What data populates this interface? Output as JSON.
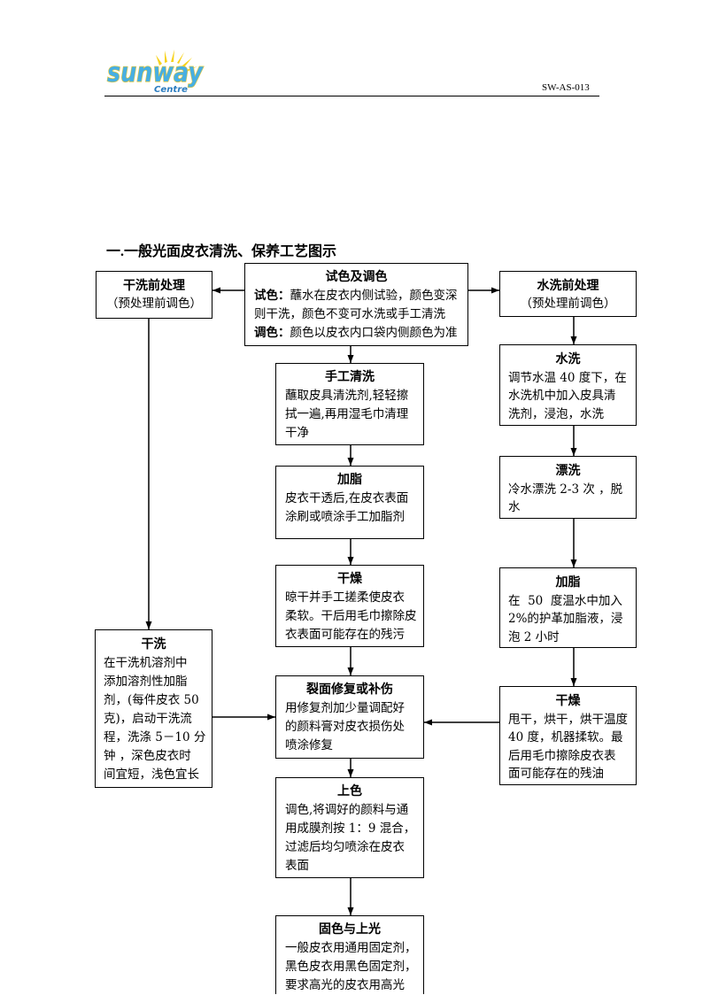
{
  "header": {
    "logo_text": "sunway",
    "logo_subtext": "Centre",
    "logo_icon": "sun-rays-icon",
    "doc_code": "SW-AS-013"
  },
  "section_title": "一.一般光面皮衣清洗、保养工艺图示",
  "colors": {
    "logo_text": "#47afe2",
    "logo_outline": "#f2c72a",
    "logo_sun": "#f7d21c",
    "logo_subtext": "#2b7cbf",
    "line": "#000000"
  },
  "flow": {
    "color_check": {
      "title": "试色及调色",
      "test_label": "试色：",
      "test_text": "蘸水在皮衣内侧试验，颜色变深",
      "test_text_cont": "则干洗，颜色不变可水洗或手工清洗",
      "adjust_label": "调色：",
      "adjust_text": "颜色以皮衣内口袋内侧颜色为准"
    },
    "dry_clean_pre": {
      "title": "干洗前处理",
      "note": "（预处理前调色）"
    },
    "wet_clean_pre": {
      "title": "水洗前处理",
      "note": "（预处理前调色）"
    },
    "hand_wash": {
      "title": "手工清洗",
      "lines": [
        "蘸取皮具清洗剂,轻轻擦",
        "拭一遍,再用湿毛巾清理",
        "干净"
      ]
    },
    "hand_fatliquor": {
      "title": "加脂",
      "lines": [
        "皮衣干透后,在皮衣表面",
        "涂刷或喷涂手工加脂剂"
      ]
    },
    "hand_dry": {
      "title": "干燥",
      "lines": [
        "晾干并手工搓柔使皮衣",
        "柔软。干后用毛巾擦除皮",
        "衣表面可能存在的残污"
      ]
    },
    "repair": {
      "title": "裂面修复或补伤",
      "lines": [
        "用修复剂加少量调配好",
        "的颜料膏对皮衣损伤处",
        "喷涂修复"
      ]
    },
    "coloring": {
      "title": "上色",
      "lines": [
        "调色,将调好的颜料与通",
        "用成膜剂按 1：9 混合，",
        "过滤后均匀喷涂在皮衣",
        "表面"
      ]
    },
    "finishing": {
      "title": "固色与上光",
      "lines": [
        "一般皮衣用通用固定剂，",
        "黑色皮衣用黑色固定剂，",
        "要求高光的皮衣用高光"
      ]
    },
    "water_wash": {
      "title": "水洗",
      "lines": [
        "调节水温 40 度下，在",
        "水洗机中加入皮具清",
        "洗剂，浸泡，水洗"
      ]
    },
    "rinse": {
      "title": "漂洗",
      "lines": [
        "冷水漂洗 2-3 次 ，脱",
        "水"
      ]
    },
    "wet_fatliquor": {
      "title": "加脂",
      "lines": [
        "在  50  度温水中加入",
        "2%的护革加脂液，浸",
        "泡 2 小时"
      ]
    },
    "wet_dry": {
      "title": "干燥",
      "lines": [
        "甩干，烘干，烘干温度",
        "40 度，机器揉软。最",
        "后用毛巾擦除皮衣表",
        "面可能存在的残油"
      ]
    },
    "dry_clean": {
      "title": "干洗",
      "lines": [
        "在干洗机溶剂中",
        "添加溶剂性加脂",
        "剂，(每件皮衣 50",
        "克)，启动干洗流",
        "程，洗涤 5－10 分",
        "钟 ，深色皮衣时",
        "间宜短，浅色宜长"
      ]
    }
  }
}
